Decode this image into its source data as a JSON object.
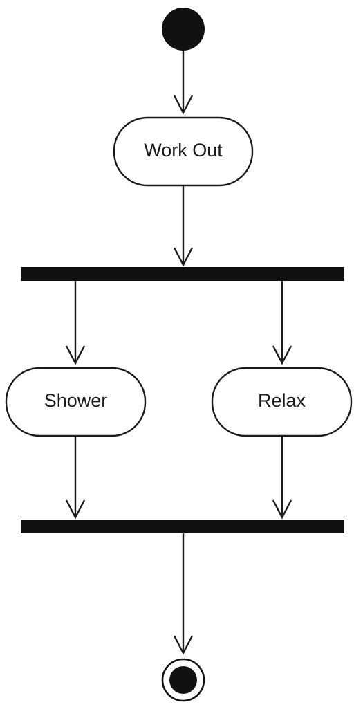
{
  "diagram": {
    "type": "uml-activity",
    "start": {
      "kind": "initial-node"
    },
    "activities": [
      {
        "id": "work_out",
        "label": "Work Out"
      },
      {
        "id": "shower",
        "label": "Shower"
      },
      {
        "id": "relax",
        "label": "Relax"
      }
    ],
    "fork": {
      "kind": "fork-bar"
    },
    "join": {
      "kind": "join-bar"
    },
    "end": {
      "kind": "final-node"
    },
    "flows": [
      {
        "from": "start",
        "to": "work_out"
      },
      {
        "from": "work_out",
        "to": "fork"
      },
      {
        "from": "fork",
        "to": "shower"
      },
      {
        "from": "fork",
        "to": "relax"
      },
      {
        "from": "shower",
        "to": "join"
      },
      {
        "from": "relax",
        "to": "join"
      },
      {
        "from": "join",
        "to": "end"
      }
    ],
    "colors": {
      "line": "#1a1a1a",
      "fill": "#111111",
      "background": "#ffffff"
    }
  }
}
